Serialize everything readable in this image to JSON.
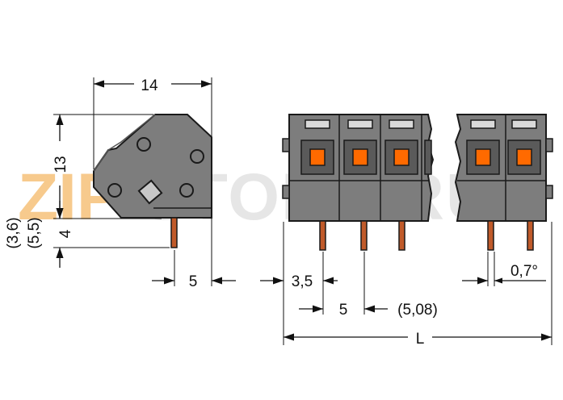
{
  "watermark": {
    "prefix": "ZIP",
    "suffix": "STORE.RU"
  },
  "colors": {
    "housing": "#7d7d7d",
    "housing_dark": "#555555",
    "outline": "#1a1a1a",
    "actuator": "#ff6a00",
    "pin": "#c05a2a",
    "watermark_accent": "#f5a623"
  },
  "dimensions": {
    "width_top": "14",
    "height_side": "13",
    "pin_length": "4",
    "pin_length_alt_a": "(3,6)",
    "pin_length_alt_b": "(5,5)",
    "pin_offset_side": "5",
    "first_pin_offset": "3,5",
    "pitch": "5",
    "pitch_alt": "(5,08)",
    "pin_width": "0,7°",
    "total_length": "L"
  }
}
